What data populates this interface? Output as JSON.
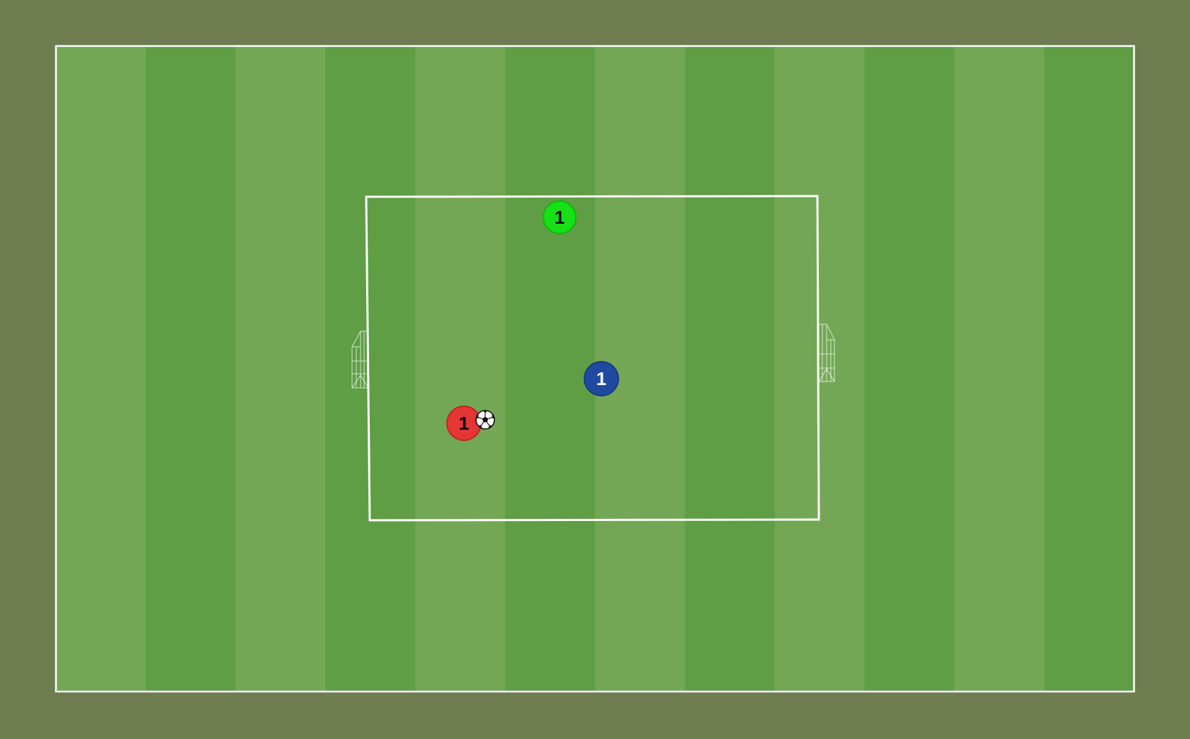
{
  "colors": {
    "surround": "#6e7c50",
    "stripe_light": "#74a755",
    "stripe_dark": "#5f9e44",
    "lines": "#ffffff",
    "red_player": "#e53535",
    "blue_player": "#1f4aa0",
    "green_player": "#16e016"
  },
  "pitch": {
    "stripe_count": 12
  },
  "players": [
    {
      "id": "green",
      "label": "1",
      "color": "#16e016",
      "label_color": "#000000"
    },
    {
      "id": "blue",
      "label": "1",
      "color": "#1f4aa0",
      "label_color": "#ffffff"
    },
    {
      "id": "red",
      "label": "1",
      "color": "#e53535",
      "label_color": "#000000"
    }
  ],
  "ball": {
    "icon": "soccer-ball-icon"
  },
  "goals": [
    {
      "id": "left",
      "icon": "goal-net-icon"
    },
    {
      "id": "right",
      "icon": "goal-net-icon"
    }
  ]
}
